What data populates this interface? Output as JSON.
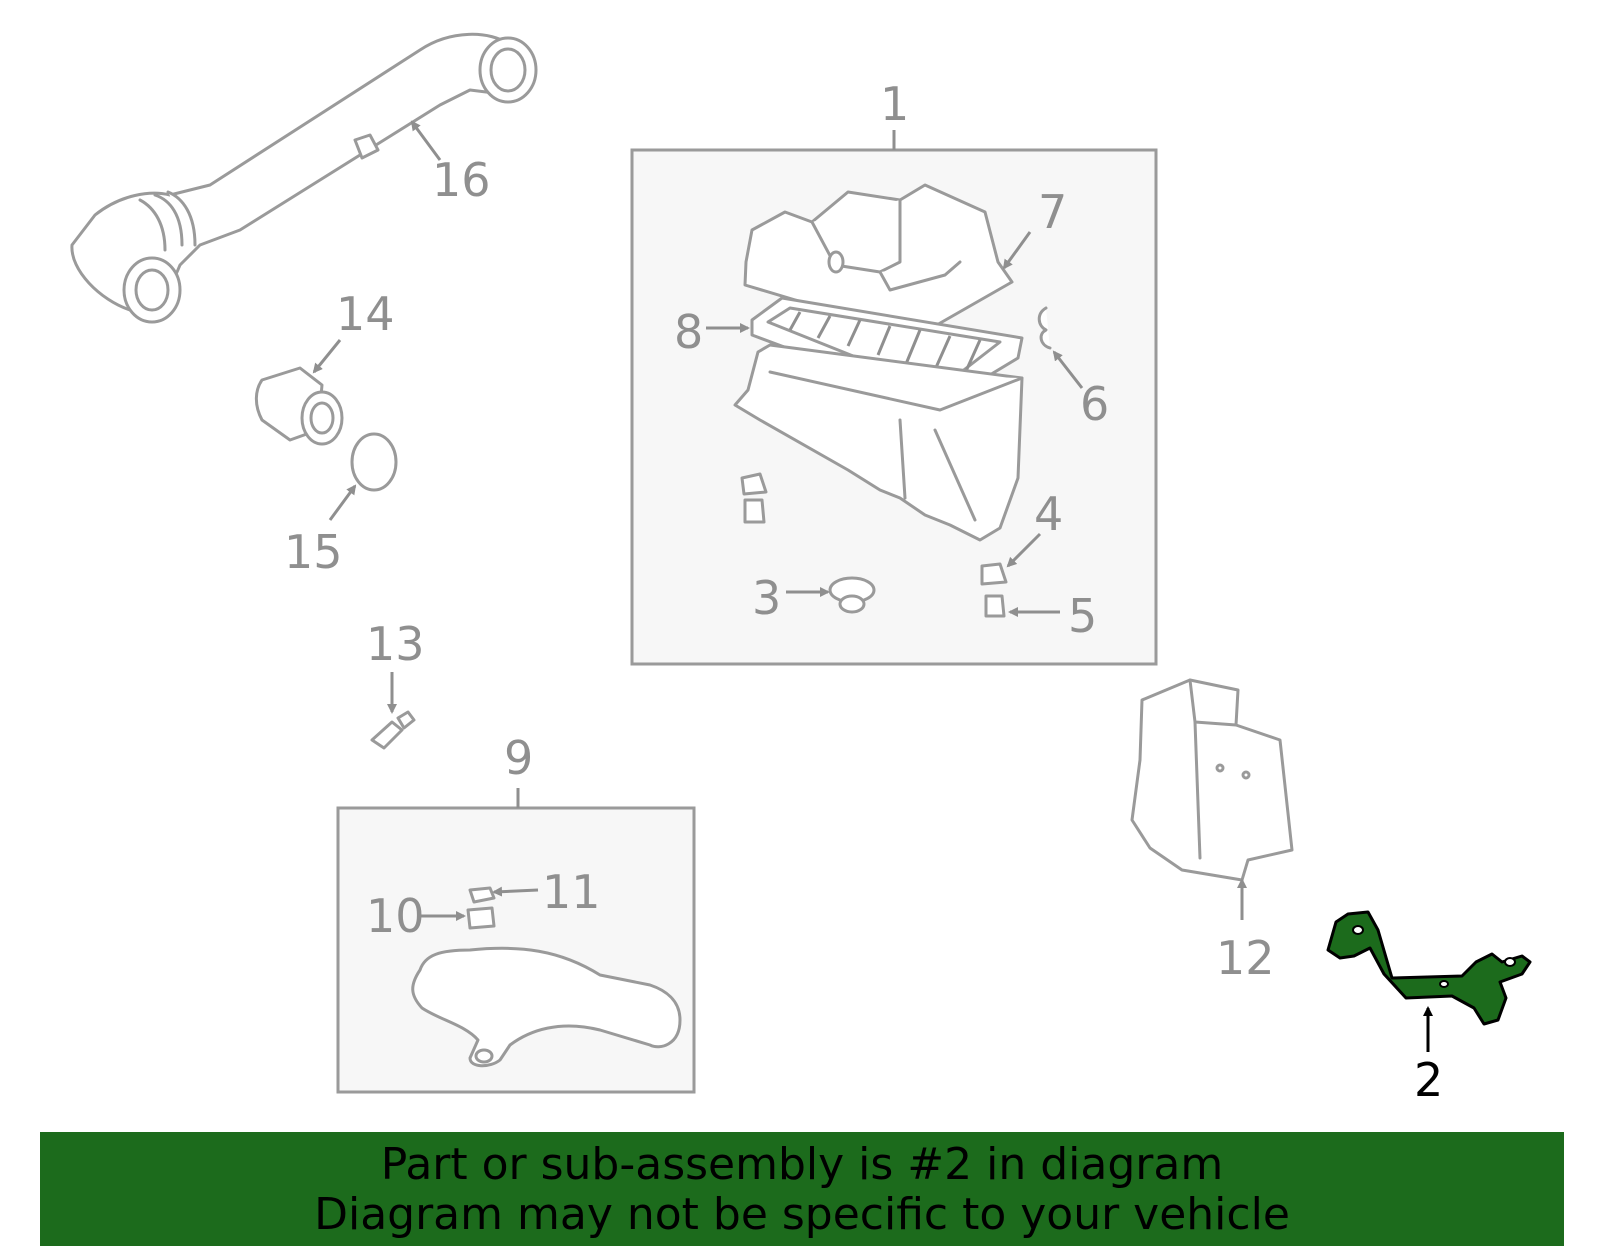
{
  "callouts": {
    "n1": "1",
    "n2": "2",
    "n3": "3",
    "n4": "4",
    "n5": "5",
    "n6": "6",
    "n7": "7",
    "n8": "8",
    "n9": "9",
    "n10": "10",
    "n11": "11",
    "n12": "12",
    "n13": "13",
    "n14": "14",
    "n15": "15",
    "n16": "16"
  },
  "highlighted_part": "2",
  "colors": {
    "highlight": "#1c6b1c",
    "line": "#8f8f8f",
    "box_fill": "#f7f7f7"
  },
  "banner": {
    "line1": "Part or sub-assembly is #2 in diagram",
    "line2": "Diagram may not be specific to your vehicle"
  }
}
